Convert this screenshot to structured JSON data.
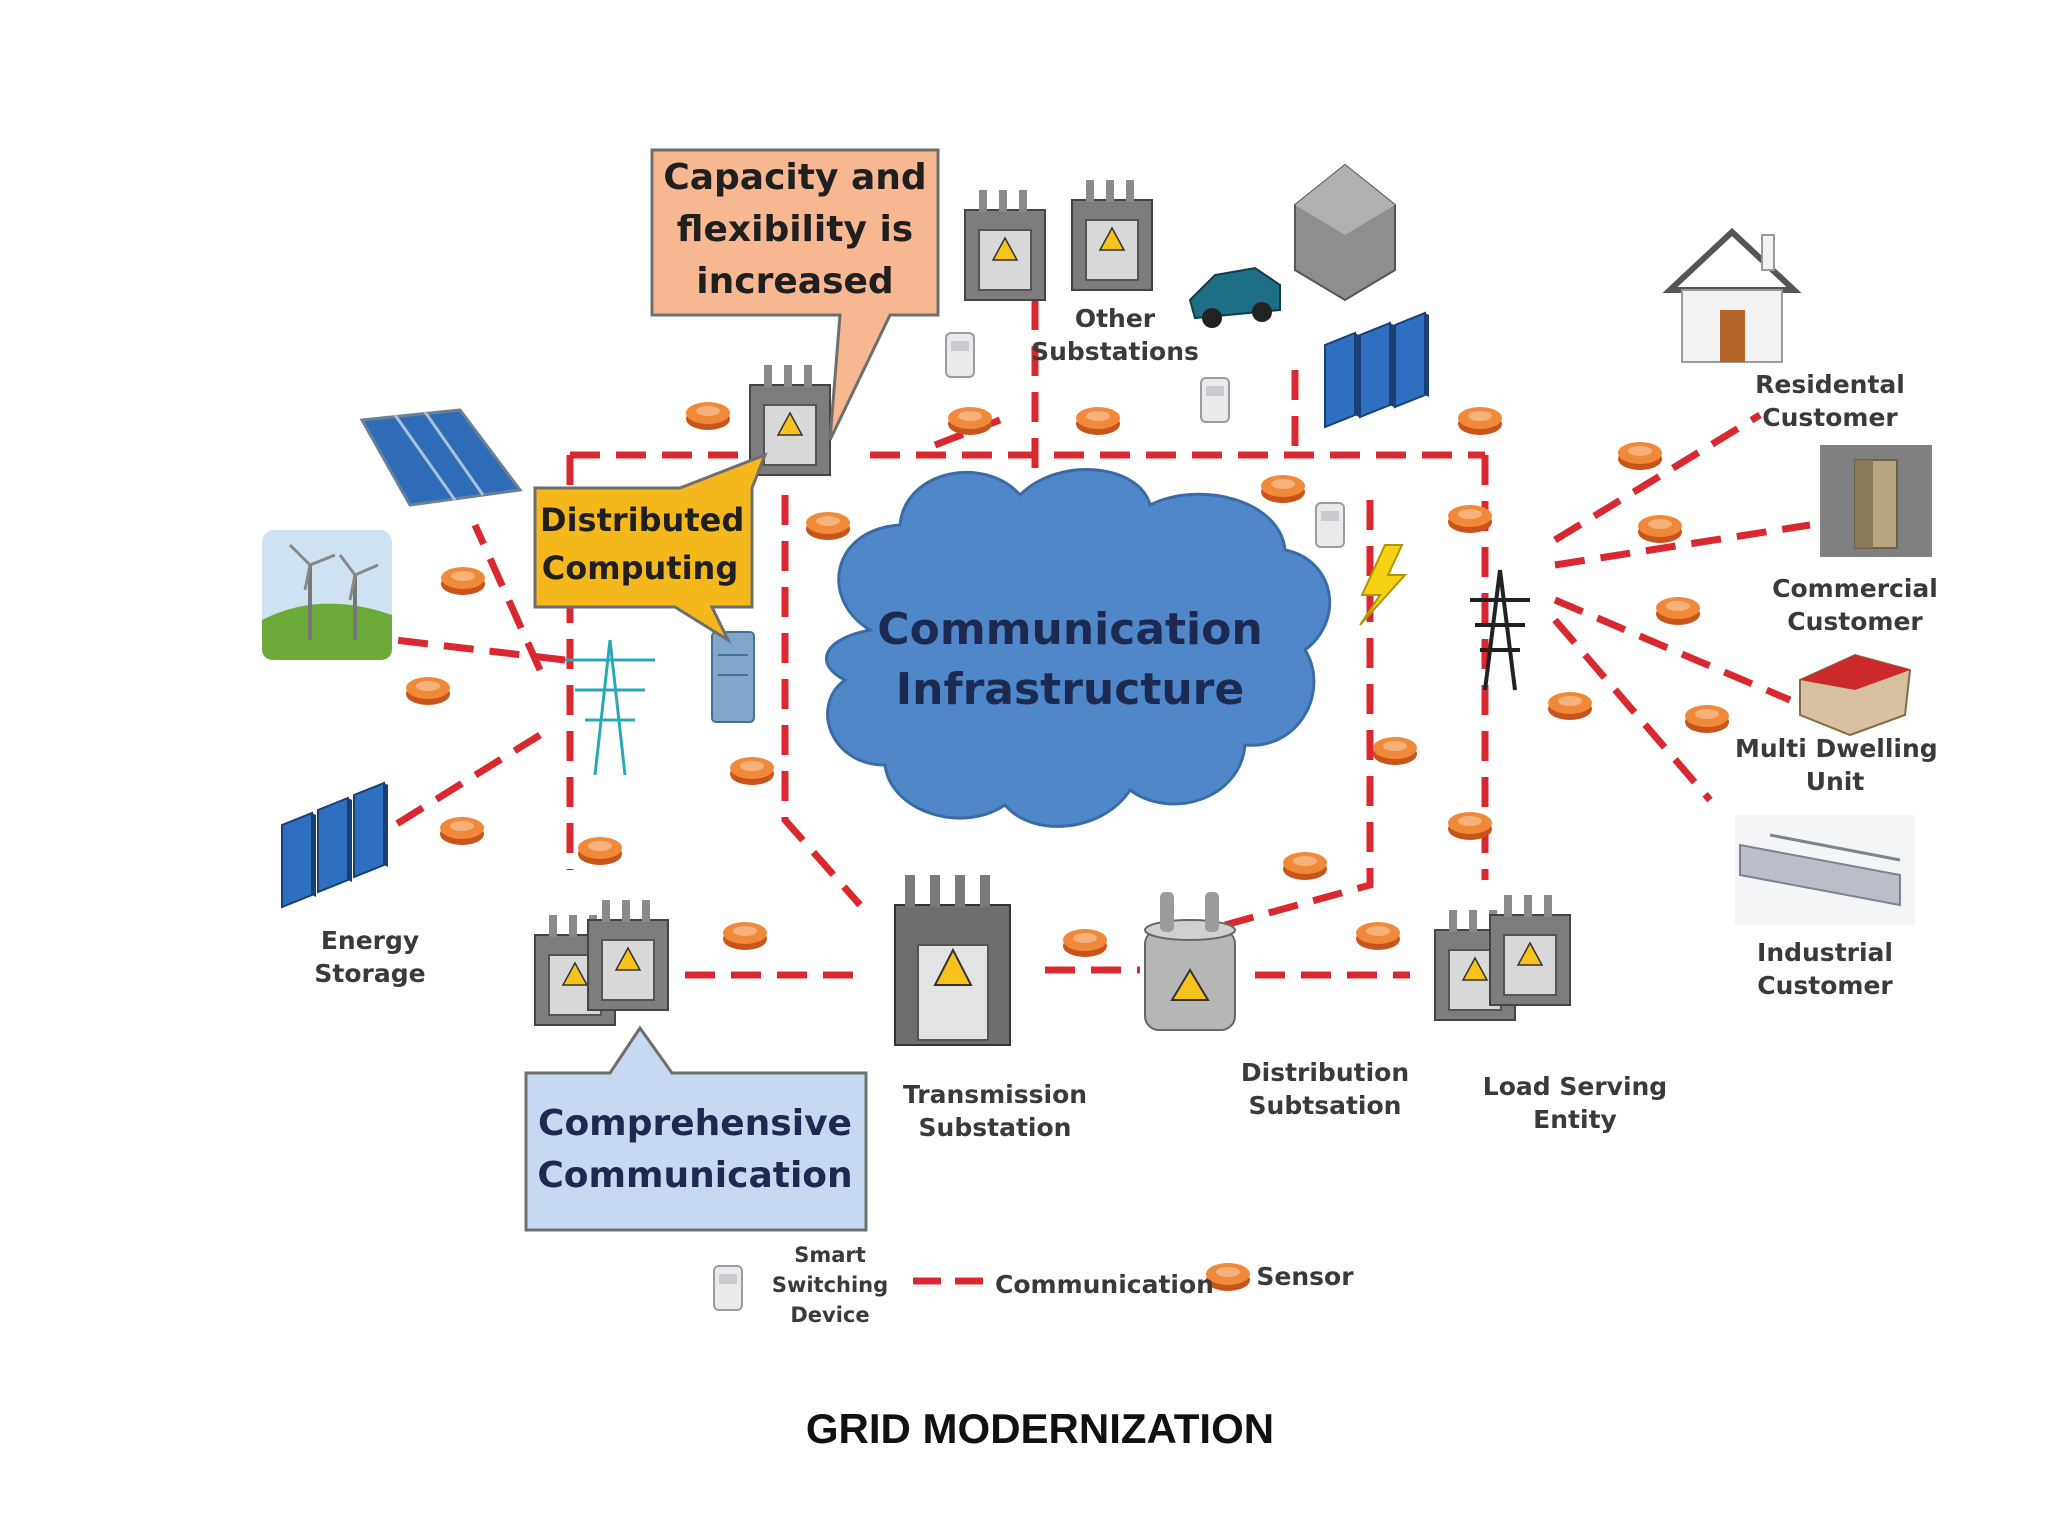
{
  "title": "GRID MODERNIZATION",
  "cloud": {
    "line1": "Communication",
    "line2": "Infrastructure"
  },
  "callouts": {
    "capacity": [
      "Capacity and",
      "flexibility is",
      "increased"
    ],
    "distributed": [
      "Distributed",
      "Computing"
    ],
    "comprehensive": [
      "Comprehensive",
      "Communication"
    ]
  },
  "labels": {
    "other_substations": [
      "Other",
      "Substations"
    ],
    "residential": [
      "Residental",
      "Customer"
    ],
    "commercial": [
      "Commercial",
      "Customer"
    ],
    "multi_dwelling": [
      "Multi  Dwelling",
      "Unit"
    ],
    "industrial": [
      "Industrial",
      "Customer"
    ],
    "energy_storage": [
      "Energy",
      "Storage"
    ],
    "transmission": [
      "Transmission",
      "Substation"
    ],
    "distribution": [
      "Distribution",
      "Subtsation"
    ],
    "load_serving": [
      "Load  Serving",
      "Entity"
    ]
  },
  "legend": {
    "smart_switching": [
      "Smart",
      "Switching",
      "Device"
    ],
    "communication": "Communication",
    "sensor": "Sensor"
  },
  "colors": {
    "communication_line": "#d9282f",
    "sensor": "#ee7a2c",
    "cloud": "#4f87c9",
    "capacity_callout": "#f7b791",
    "distributed_callout": "#f5b81c",
    "comprehensive_callout": "#c6d9f0"
  }
}
